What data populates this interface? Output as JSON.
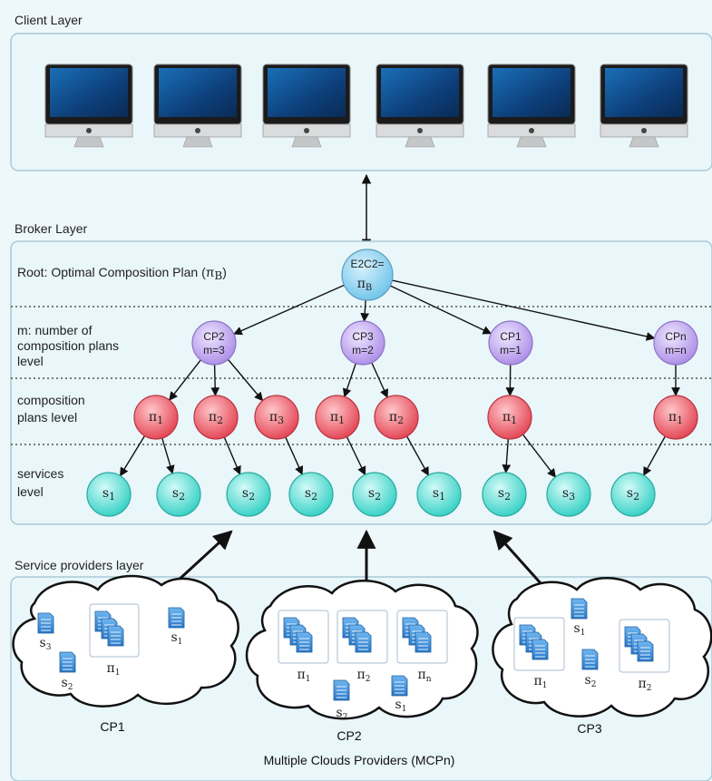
{
  "layers": {
    "client": "Client Layer",
    "broker": "Broker Layer",
    "providers": "Service providers layer"
  },
  "row_labels": {
    "root": "Root: Optimal Composition Plan (π",
    "root_sub": "B",
    "root_close": ")",
    "m_line1": "m: number of",
    "m_line2": "composition plans",
    "m_line3": "level",
    "cp_line1": "composition",
    "cp_line2": "plans level",
    "svc_line1": "services",
    "svc_line2": "level"
  },
  "root_node": {
    "line1": "E2C2=",
    "line2": "π",
    "sub": "B"
  },
  "cp_nodes": [
    {
      "name": "CP2",
      "m": "m=3"
    },
    {
      "name": "CP3",
      "m": "m=2"
    },
    {
      "name": "CP1",
      "m": "m=1"
    },
    {
      "name": "CPn",
      "m": "m=n"
    }
  ],
  "plan_nodes": [
    {
      "sym": "π",
      "sub": "1"
    },
    {
      "sym": "π",
      "sub": "2"
    },
    {
      "sym": "π",
      "sub": "3"
    },
    {
      "sym": "π",
      "sub": "1"
    },
    {
      "sym": "π",
      "sub": "2"
    },
    {
      "sym": "π",
      "sub": "1"
    },
    {
      "sym": "π",
      "sub": "1"
    }
  ],
  "service_nodes": [
    {
      "sym": "s",
      "sub": "1"
    },
    {
      "sym": "s",
      "sub": "2"
    },
    {
      "sym": "s",
      "sub": "2"
    },
    {
      "sym": "s",
      "sub": "2"
    },
    {
      "sym": "s",
      "sub": "2"
    },
    {
      "sym": "s",
      "sub": "1"
    },
    {
      "sym": "s",
      "sub": "2"
    },
    {
      "sym": "s",
      "sub": "3"
    },
    {
      "sym": "s",
      "sub": "2"
    }
  ],
  "clouds": [
    {
      "label": "CP1",
      "items": [
        {
          "sym": "s",
          "sub": "3"
        },
        {
          "sym": "s",
          "sub": "2"
        },
        {
          "sym": "π",
          "sub": "1"
        },
        {
          "sym": "s",
          "sub": "1"
        }
      ]
    },
    {
      "label": "CP2",
      "items": [
        {
          "sym": "π",
          "sub": "1"
        },
        {
          "sym": "π",
          "sub": "2"
        },
        {
          "sym": "π",
          "sub": "n"
        },
        {
          "sym": "s",
          "sub": "2"
        },
        {
          "sym": "s",
          "sub": "1"
        }
      ]
    },
    {
      "label": "CP3",
      "items": [
        {
          "sym": "s",
          "sub": "1"
        },
        {
          "sym": "π",
          "sub": "1"
        },
        {
          "sym": "s",
          "sub": "2"
        },
        {
          "sym": "π",
          "sub": "2"
        }
      ]
    }
  ],
  "footer": "Multiple Clouds Providers (MCPn)",
  "colors": {
    "background": "#eef8fb",
    "panel_border": "#a9c9d6",
    "root_fill": "#8fd2f2",
    "cp_fill": "#c3acf0",
    "plan_fill": "#f06f7a",
    "service_fill": "#55dfd4",
    "doc_fill": "#3f8fd8"
  },
  "icons": [
    "monitor-icon",
    "document-icon",
    "cloud-icon"
  ]
}
